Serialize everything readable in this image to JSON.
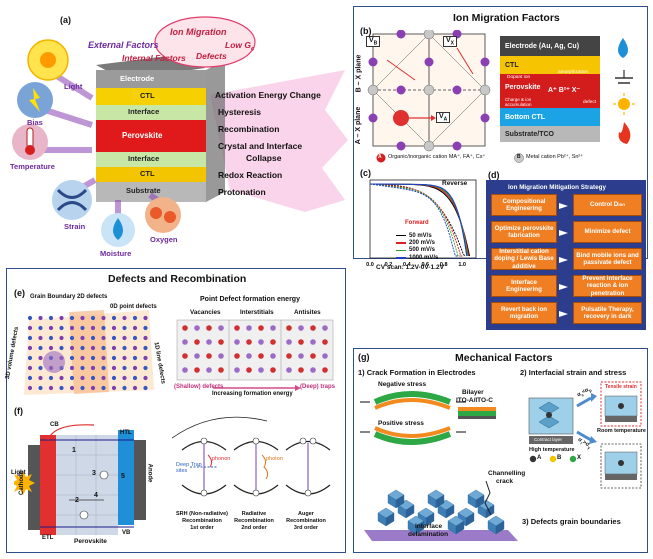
{
  "panel_a": {
    "label": "(a)",
    "external_factors": "External Factors",
    "internal_factors": "Internal Factors",
    "ion_migration": "Ion Migration",
    "low_gc": "Low G",
    "low_gc_sub": "c",
    "defects": "Defects",
    "external": [
      "Light",
      "Bias",
      "Temperature",
      "Strain",
      "Moisture",
      "Oxygen"
    ],
    "layers": [
      "Electrode",
      "CTL",
      "Interface",
      "Perovskite",
      "Interface",
      "CTL",
      "Substrate"
    ],
    "effects": [
      "Activation Energy Change",
      "Hysteresis",
      "Recombination",
      "Crystal and Interface",
      "Collapse",
      "Redox Reaction",
      "Protonation"
    ]
  },
  "panel_b": {
    "label": "(b)",
    "title": "Ion Migration Factors",
    "axis_bx": "B – X plane",
    "axis_ax": "A – X plane",
    "vacancy_b": "V",
    "vacancy_b_sub": "B",
    "vacancy_x": "V",
    "vacancy_x_sub": "X",
    "vacancy_a": "V",
    "vacancy_a_sub": "A",
    "layers": [
      "Electrode (Au, Ag, Cu)",
      "CTL",
      "Perovskite",
      "Bottom CTL",
      "Substrate/TCO"
    ],
    "dopant_ion": "Dopant ion",
    "amorphization": "amorphization",
    "ions": "A⁺  B²⁺  X⁻",
    "charge_accum": "Charge & ion",
    "charge_accum2": "accumulation",
    "defect": "defect",
    "legend_a": "Organic/inorganic cation MA⁺, FA⁺, Cs⁺",
    "legend_b": "Metal cation Pb²⁺, Sn²⁺",
    "legend_a_symbol": "A",
    "legend_b_symbol": "B"
  },
  "panel_c": {
    "label": "(c)",
    "reverse": "Reverse",
    "forward": "Forward",
    "legend": [
      "50 mV/s",
      "200 mV/s",
      "500 mV/s",
      "1000 mV/s"
    ],
    "scan": "CV scan: 1.2V-0V-1.2V",
    "xticks": [
      "0.0",
      "0.2",
      "0.4",
      "0.6",
      "0.8",
      "1.0"
    ],
    "colors": [
      "#000000",
      "#e02020",
      "#2ca02c",
      "#1f3fbf"
    ]
  },
  "panel_d": {
    "label": "(d)",
    "title": "Ion Migration Mitigation Strategy",
    "rows": [
      {
        "left": "Compositional Engineering",
        "right": "Control D",
        "right_sub": "ion"
      },
      {
        "left": "Optimize perovskite fabrication",
        "right": "Minimize defect",
        "right_sub": ""
      },
      {
        "left": "Interstitial cation doping / Lewis Base additive",
        "right": "Bind mobile ions and passivate defect",
        "right_sub": ""
      },
      {
        "left": "Interface Engineering",
        "right": "Prevent interface reaction & ion penetration",
        "right_sub": ""
      },
      {
        "left": "Revert back ion migration",
        "right": "Pulsatile Therapy, recovery in dark",
        "right_sub": ""
      }
    ]
  },
  "panel_e": {
    "section_title": "Defects and Recombination",
    "label": "(e)",
    "grain_boundary": "Grain Boundary 2D defects",
    "point_defects": "0D point defects",
    "volume_defects": "3D volume defects",
    "line_defects": "1D line defects",
    "pd_title": "Point Defect formation energy",
    "cols": [
      "Vacancies",
      "Interstitials",
      "Antisites"
    ],
    "shallow": "(Shallow) defects",
    "deep": "(Deep) traps",
    "arrow": "Increasing formation energy"
  },
  "panel_f": {
    "label": "(f)",
    "cb": "CB",
    "vb": "VB",
    "htl": "HTL",
    "etl": "ETL",
    "anode": "Anode",
    "cathode": "Cathode",
    "light": "Light",
    "perovskite": "Perovskite",
    "deep_trap": "Deep Trap sites",
    "phonon": "phonon",
    "photon": "photon",
    "numbers": [
      "1",
      "2",
      "3",
      "4",
      "5"
    ],
    "recomb": [
      {
        "name": "SRH (Non-radiative)",
        "name2": "Recombination",
        "order": "1st order"
      },
      {
        "name": "Radiative",
        "name2": "Recombination",
        "order": "2nd order"
      },
      {
        "name": "Auger",
        "name2": "Recombination",
        "order": "3rd order"
      }
    ]
  },
  "panel_g": {
    "label": "(g)",
    "title": "Mechanical Factors",
    "crack_title": "1) Crack Formation  in Electrodes",
    "interfacial_title": "2) Interfacial strain and stress",
    "negative": "Negative stress",
    "positive": "Positive stress",
    "bilayer": "Bilayer",
    "bilayer_stack": "ITO-A/ITO-C",
    "tensile": "Tensile strain",
    "room_temp": "Room temperature",
    "high_temp": "High temperature",
    "contract": "Contract layer",
    "alpha1": "α",
    "alpha1_rel": "α",
    "sigma": "σ",
    "channelling": "Channelling",
    "crack": "crack",
    "interface": "Interface",
    "delamination": "delamination",
    "grain_title": "3) Defects grain boundaries",
    "legend": [
      "A",
      "B",
      "X"
    ]
  }
}
